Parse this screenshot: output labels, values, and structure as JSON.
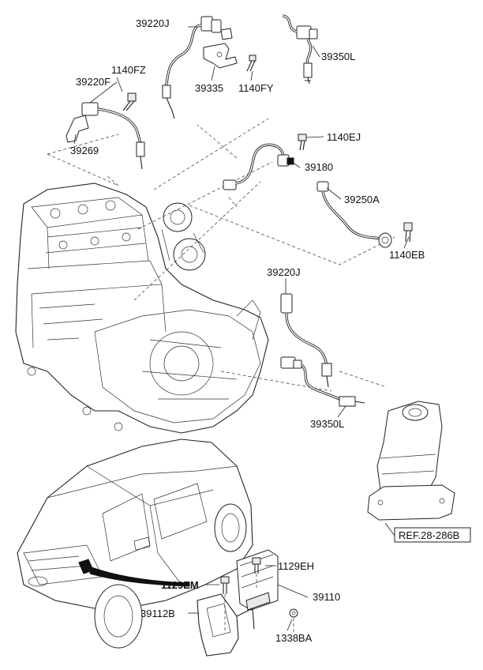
{
  "diagram": {
    "labels": {
      "p39220J_top": "39220J",
      "p39335": "39335",
      "p1140FY": "1140FY",
      "p39350L_top": "39350L",
      "p1140FZ": "1140FZ",
      "p39220F": "39220F",
      "p39269": "39269",
      "p1140EJ": "1140EJ",
      "p39180": "39180",
      "p39250A": "39250A",
      "p1140EB": "1140EB",
      "p39220J_mid": "39220J",
      "p39350L_mid": "39350L",
      "ref": "REF.28-286B",
      "p1129EH": "1129EH",
      "p1129EM": "1129EM",
      "p39110": "39110",
      "p39112B": "39112B",
      "p1338BA": "1338BA"
    }
  }
}
